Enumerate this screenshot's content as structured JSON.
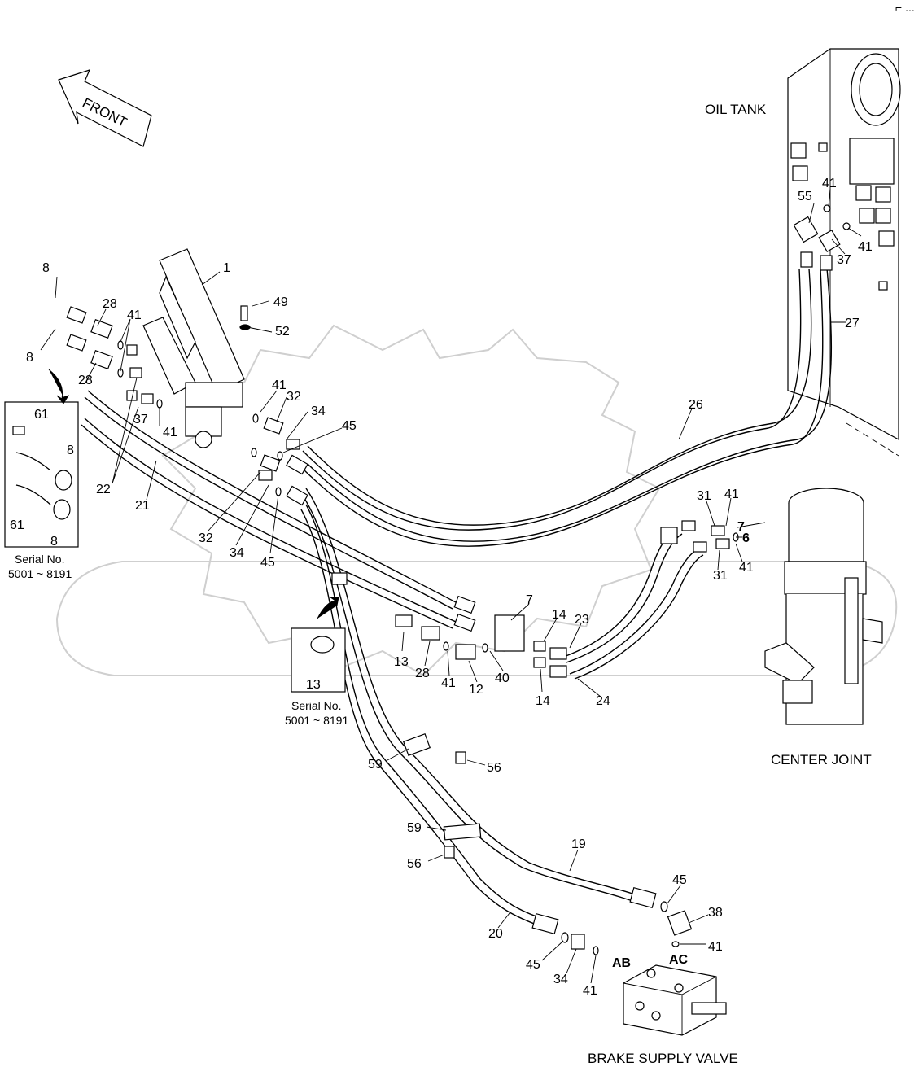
{
  "captions": {
    "front": "FRONT",
    "oil_tank": "OIL TANK",
    "center_joint": "CENTER JOINT",
    "brake_supply_valve": "BRAKE SUPPLY VALVE"
  },
  "serial_boxes": [
    {
      "line1": "Serial No.",
      "line2": "5001 ~ 8191"
    },
    {
      "line1": "Serial No.",
      "line2": "5001 ~ 8191"
    }
  ],
  "part_labels": [
    "1",
    "8",
    "8",
    "28",
    "28",
    "41",
    "41",
    "41",
    "37",
    "37",
    "49",
    "52",
    "32",
    "34",
    "45",
    "61",
    "61",
    "8",
    "8",
    "22",
    "21",
    "32",
    "34",
    "45",
    "55",
    "41",
    "37",
    "41",
    "27",
    "26",
    "31",
    "41",
    "7",
    "6",
    "41",
    "31",
    "7",
    "14",
    "23",
    "14",
    "24",
    "13",
    "28",
    "41",
    "12",
    "40",
    "13",
    "59",
    "56",
    "59",
    "56",
    "19",
    "20",
    "45",
    "38",
    "41",
    "45",
    "34",
    "41"
  ],
  "port_labels": [
    "AB",
    "AC"
  ],
  "corner_mark": "⌐ ..."
}
